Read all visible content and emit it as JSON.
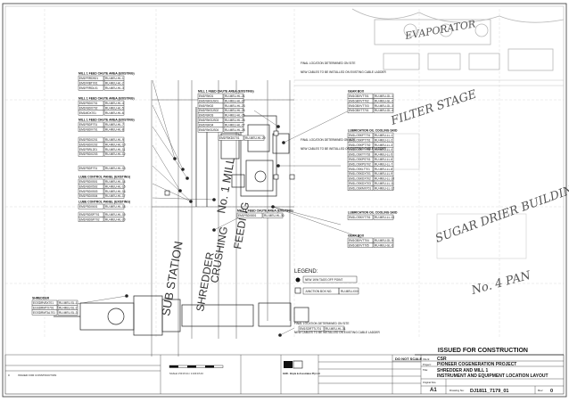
{
  "handwritten": {
    "filter_stage": "FILTER STAGE",
    "sugar_drier_building": "SUGAR DRIER BUILDING",
    "no4_pan": "No. 4 PAN",
    "evaporator": "EVAPORATOR",
    "no1_mill": "No. 1 MILL",
    "sub_station": "SUB STATION",
    "shredder": "SHREDDER",
    "crushing": "CRUSHING",
    "feeding": "FEEDING"
  },
  "groups": {
    "mill1_chute_a": {
      "title": "MILL 1 FEED CHUTE AREA (EXISTING)",
      "rows": [
        [
          "EM1FRRDS01",
          "RU-MEU-HL-1"
        ],
        [
          "EM1FRBTX01",
          "RU-MEU-HL-2"
        ],
        [
          "EM1FRRDL01",
          "RU-MEU-HL-3"
        ]
      ]
    },
    "mill1_chute_b": {
      "title": "MILL 1 FEED CHUTE AREA (EXISTING)",
      "rows": [
        [
          "EM1FBDX701",
          "RU-MEU-HL-4"
        ],
        [
          "EM1FBDX702",
          "RU-MEU-HL-5"
        ],
        [
          "EM1MDX701",
          "RU-MEU-HL-6"
        ]
      ]
    },
    "mill1_chute_c": {
      "title": "MILL 1 FEED CHUTE AREA (EXISTING)",
      "rows": [
        [
          "EM1FBDF701",
          "RU-MEU-HL-7"
        ],
        [
          "EM1FBDV701",
          "RU-MEU-HL-8"
        ]
      ]
    },
    "mill1_chute_d": {
      "rows": [
        [
          "EM1FBDX201",
          "RU-MEU-HL-9"
        ],
        [
          "EM1FBDX202",
          "RU-MEU-HL-10"
        ],
        [
          "EM1FBRL201",
          "RU-MEU-HL-11"
        ],
        [
          "EM1FBDX203",
          "RU-MEU-HL-12"
        ]
      ]
    },
    "mill1_single": {
      "rows": [
        [
          "EM1FBDF701",
          "RU-MEU-HL-13"
        ]
      ]
    },
    "lube_panel_a": {
      "title": "LUBE CONTROL PANEL (EXISTING)",
      "rows": [
        [
          "EM1FBDX501",
          "RU-MEU-HL-14"
        ],
        [
          "EM1FBDX502",
          "RU-MEU-HL-15"
        ],
        [
          "EM1FBDX503",
          "RU-MEU-HL-16"
        ],
        [
          "EM1FBDX504",
          "RU-MEU-HL-17"
        ]
      ]
    },
    "lube_panel_b": {
      "title": "LUBE CONTROL PANEL (EXISTING)",
      "rows": [
        [
          "EM1FBDX601",
          "RU-MEU-HL-18"
        ]
      ]
    },
    "lube_panel_c": {
      "rows": [
        [
          "EM1FBDSP701",
          "RU-MEU-HL-19"
        ],
        [
          "EM1FBDSP702",
          "RU-MEU-HL-20"
        ]
      ]
    },
    "chute_mid": {
      "title": "MILL 1 FEED CHUTE AREA (EXISTING)",
      "rows": [
        [
          "EM1FBK01",
          "RU-MEU-HL-21"
        ],
        [
          "EM1FBKSJS01",
          "RU-MEU-HL-22"
        ],
        [
          "EM1FBK02",
          "RU-MEU-HL-23"
        ],
        [
          "EM1FBKSJS02",
          "RU-MEU-HL-24"
        ],
        [
          "EM1FBK03",
          "RU-MEU-HL-25"
        ],
        [
          "EM1FBKSJS03",
          "RU-MEU-HL-26"
        ],
        [
          "EM1FBK04",
          "RU-MEU-HL-27"
        ],
        [
          "EM1FBKSJS04",
          "RU-MEU-HL-28"
        ]
      ]
    },
    "chute_mid_single": {
      "rows": [
        [
          "EM1FBKDX701",
          "RU-MEU-HL-29"
        ]
      ]
    },
    "gearbox_top": {
      "title": "GEAR BOX",
      "rows": [
        [
          "EM1GBXVT701",
          "RU-MEU-GL-1"
        ],
        [
          "EM1GBXVT702",
          "RU-MEU-GL-2"
        ],
        [
          "EM1GBXVT703",
          "RU-MEU-GL-3"
        ],
        [
          "EM1GBXTT701",
          "RU-MEU-GL-4"
        ]
      ]
    },
    "lube_oil_a": {
      "title": "LUBRICATION OIL COOLING SKID",
      "rows": [
        [
          "EM1LOSKFT701",
          "RU-MEU-LL-1"
        ],
        [
          "EM1LOSKPT701",
          "RU-MEU-LL-2"
        ],
        [
          "EM1LOSKPT702",
          "RU-MEU-LL-3"
        ],
        [
          "EM1LOSKTT701",
          "RU-MEU-LL-4"
        ],
        [
          "EM1LOSKTT702",
          "RU-MEU-LL-5"
        ],
        [
          "EM1LOSKPS701",
          "RU-MEU-LL-6"
        ],
        [
          "EM1LOSKPS702",
          "RU-MEU-LL-7"
        ],
        [
          "EM1LOSKLT701",
          "RU-MEU-LL-8"
        ],
        [
          "EM1LOSKDX701",
          "RU-MEU-LL-9"
        ],
        [
          "EM1LOSKDX702",
          "RU-MEU-LL-10"
        ],
        [
          "EM1LOSKDX703",
          "RU-MEU-LL-11"
        ],
        [
          "EM1LOSKMX701",
          "RU-MEU-LL-12"
        ]
      ]
    },
    "lube_oil_b": {
      "title": "LUBRICATION OIL COOLING SKID",
      "rows": [
        [
          "EM1LOSKVT701",
          "RU-MEU-LL-13"
        ]
      ]
    },
    "gearbox_bottom": {
      "title": "GEAR BOX",
      "rows": [
        [
          "EM1GBXVT704",
          "RU-MEU-GL-5"
        ],
        [
          "EM1GBXVT705",
          "RU-MEU-GL-6"
        ]
      ]
    },
    "mill1_lower": {
      "title": "MILL 1 FEED CHUTE AREA (EXISTING)",
      "rows": [
        [
          "EM1FBDX801",
          "RU-MEU-HL-30"
        ]
      ]
    },
    "shredder_tags": {
      "title": "SHREDDER",
      "rows": [
        [
          "EGSDRVBX701",
          "RU-MEU-SL-1"
        ],
        [
          "EGSDRMTX701",
          "RU-MEU-SL-2"
        ],
        [
          "EGSDRMTAL701",
          "RU-MEU-SL-3"
        ]
      ]
    },
    "lower_final": {
      "rows": [
        [
          "EM1SDRTTL701",
          "RU-MEU-HL-31"
        ]
      ]
    }
  },
  "notes": {
    "final_loc_1": "FINAL LOCATION DETERMINED ON SITE",
    "new_cables_1": "NEW CABLES TO BE INSTALLED ON EXISTING CABLE LADDER",
    "final_loc_2": "FINAL LOCATION DETERMINED ON SITE",
    "new_cables_2": "NEW CABLES TO BE INSTALLED ON EXISTING CABLE LADDER",
    "final_loc_3": "FINAL LOCATION DETERMINED ON SITE",
    "new_cables_3": "NEW CABLES TO BE INSTALLED ON EXISTING CABLE LADDER"
  },
  "legend": {
    "title": "LEGEND:",
    "item1_label": "NEW 1KW TAGS OFF POINT",
    "item2_label": "JUNCTION BOX NO.",
    "item2_tag": "RU-MEU-XXX"
  },
  "title_block": {
    "issued": "ISSUED FOR CONSTRUCTION",
    "do_not_scale": "DO NOT SCALE",
    "client_label": "Client:",
    "client": "CSR",
    "project_label": "Project:",
    "project": "PIONEER COGENERATION PROJECT",
    "title_label": "Title:",
    "title_line1": "SHREDDER AND MILL 1",
    "title_line2": "INSTRUMENT AND EQUIPMENT LOCATION LAYOUT",
    "size_label": "Original Size",
    "size": "A1",
    "drawing_no_label": "Drawing No:",
    "drawing_no": "DJ1811_7179_01",
    "rev_label": "Rev:",
    "rev": "0",
    "company": "GHD · Boyle & Associates Pty Ltd",
    "revision_row": [
      "0",
      "ISSUED FOR CONSTRUCTION"
    ],
    "scale_text": "SCALE 1:50 AT A1 / 1:100 AT A3"
  }
}
